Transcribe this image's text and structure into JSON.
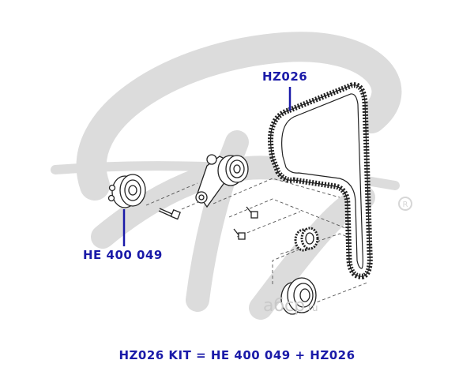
{
  "colors": {
    "label": "#1a1aa8",
    "line": "#1a1aa8",
    "parts": "#2a2a2a",
    "logo": "#d7d7d7",
    "watermark": "#c9c9c9"
  },
  "labels": {
    "belt": "HZ026",
    "idler": "HE 400 049",
    "formula": "HZ026 KIT = HE 400 049 + HZ026"
  },
  "watermark": {
    "main": "абср",
    "suffix": ".ru"
  },
  "icons": {
    "logo": "brand-logo-icon",
    "registered": "registered-mark-icon"
  }
}
